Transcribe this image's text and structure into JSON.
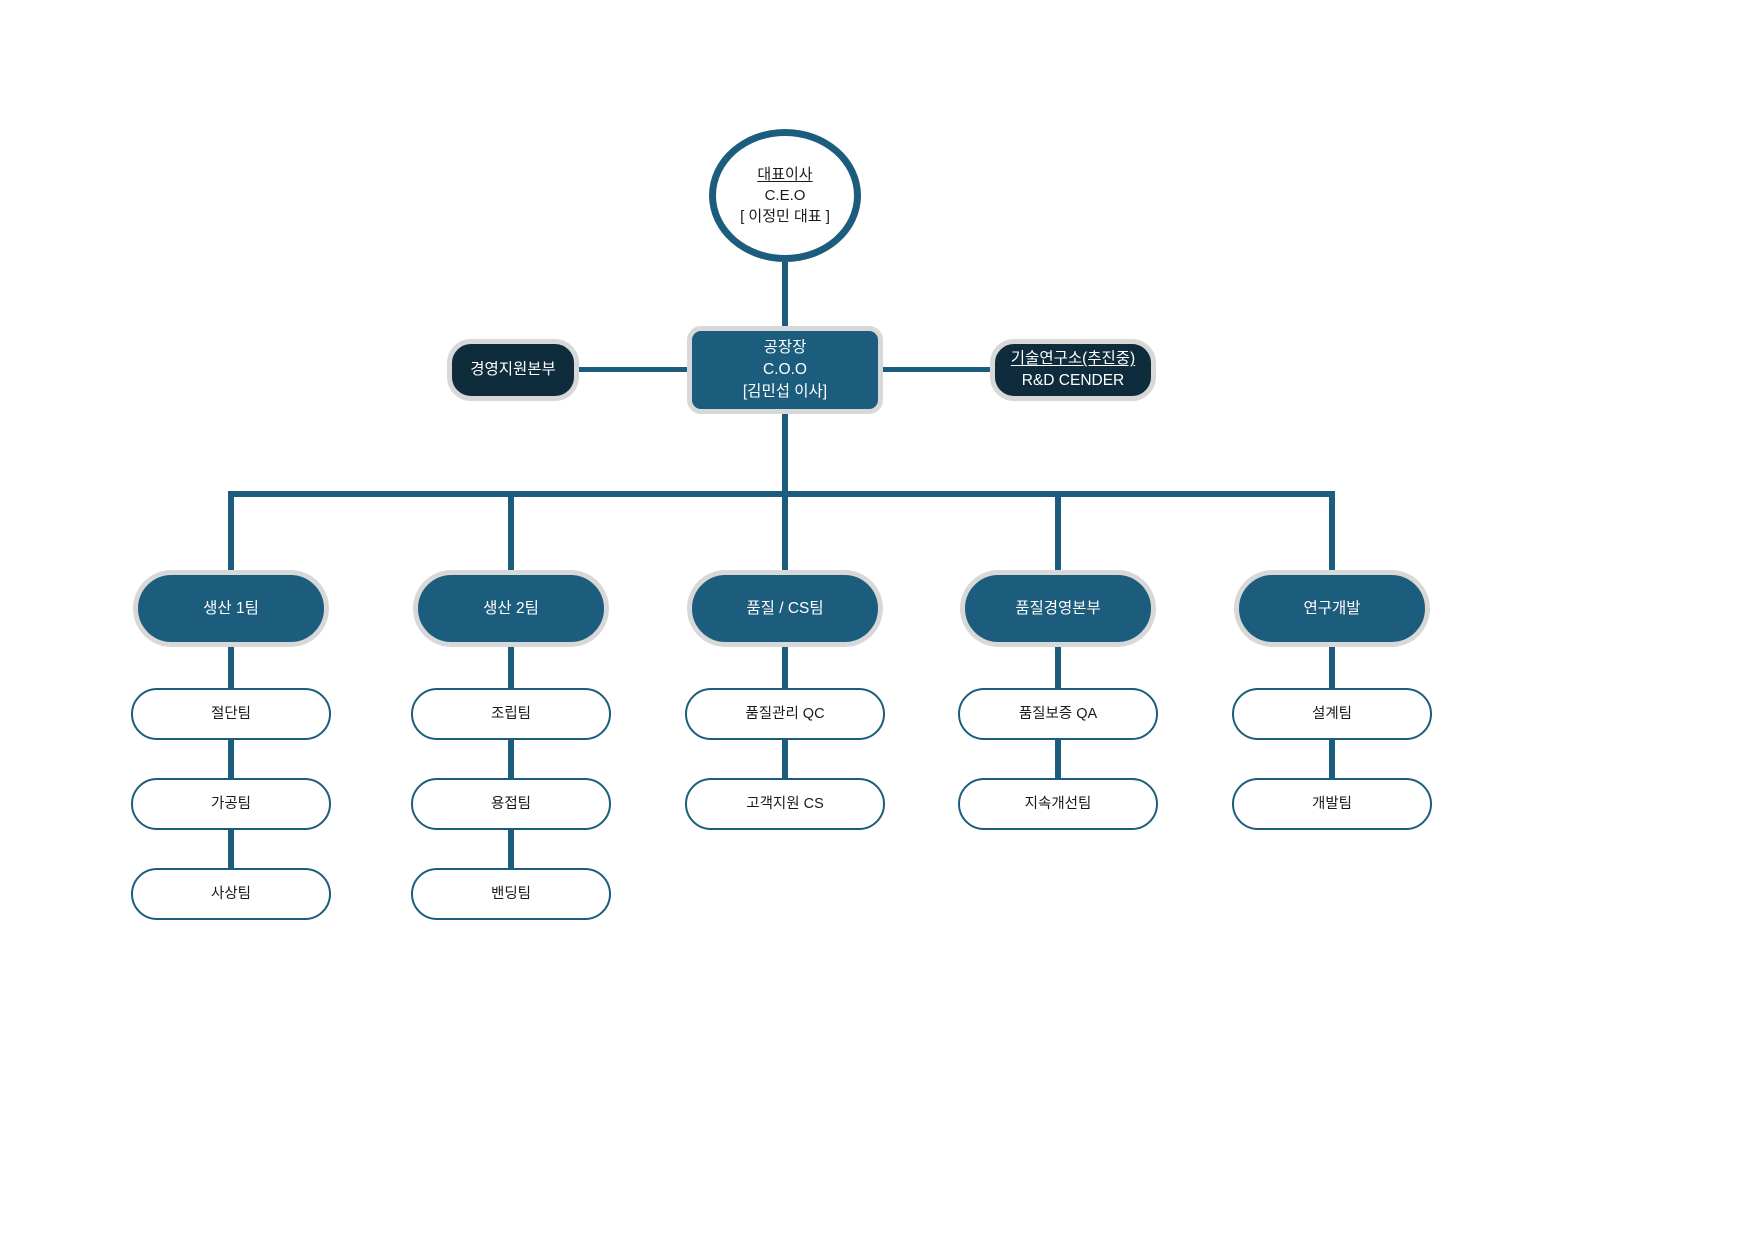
{
  "chart_title": "",
  "colors": {
    "accent_teal": "#1c5d7d",
    "dark_navy": "#0f2c3c",
    "node_outline_gray": "#d8d8d8",
    "canvas": "#ffffff",
    "text_light": "#ffffff",
    "text_dark": "#1a1a1a"
  },
  "org": {
    "ceo": {
      "title": "대표이사",
      "role": "C.E.O",
      "person": "[ 이정민 대표 ]"
    },
    "coo": {
      "title": "공장장",
      "role": "C.O.O",
      "person": "[김민섭 이사]"
    },
    "left_unit": {
      "title": "경영지원본부"
    },
    "right_unit": {
      "title": "기술연구소(추진중)",
      "subtitle": "R&D CENDER"
    },
    "departments": [
      {
        "label": "생산 1팀",
        "teams": [
          {
            "label": "절단팀"
          },
          {
            "label": "가공팀"
          },
          {
            "label": "사상팀"
          }
        ]
      },
      {
        "label": "생산 2팀",
        "teams": [
          {
            "label": "조립팀"
          },
          {
            "label": "용접팀"
          },
          {
            "label": "밴딩팀"
          }
        ]
      },
      {
        "label": "품질 / CS팀",
        "teams": [
          {
            "label": "품질관리 QC"
          },
          {
            "label": "고객지원 CS"
          }
        ]
      },
      {
        "label": "품질경영본부",
        "teams": [
          {
            "label": "품질보증 QA"
          },
          {
            "label": "지속개선팀"
          }
        ]
      },
      {
        "label": "연구개발",
        "teams": [
          {
            "label": "설계팀"
          },
          {
            "label": "개발팀"
          }
        ]
      }
    ]
  }
}
